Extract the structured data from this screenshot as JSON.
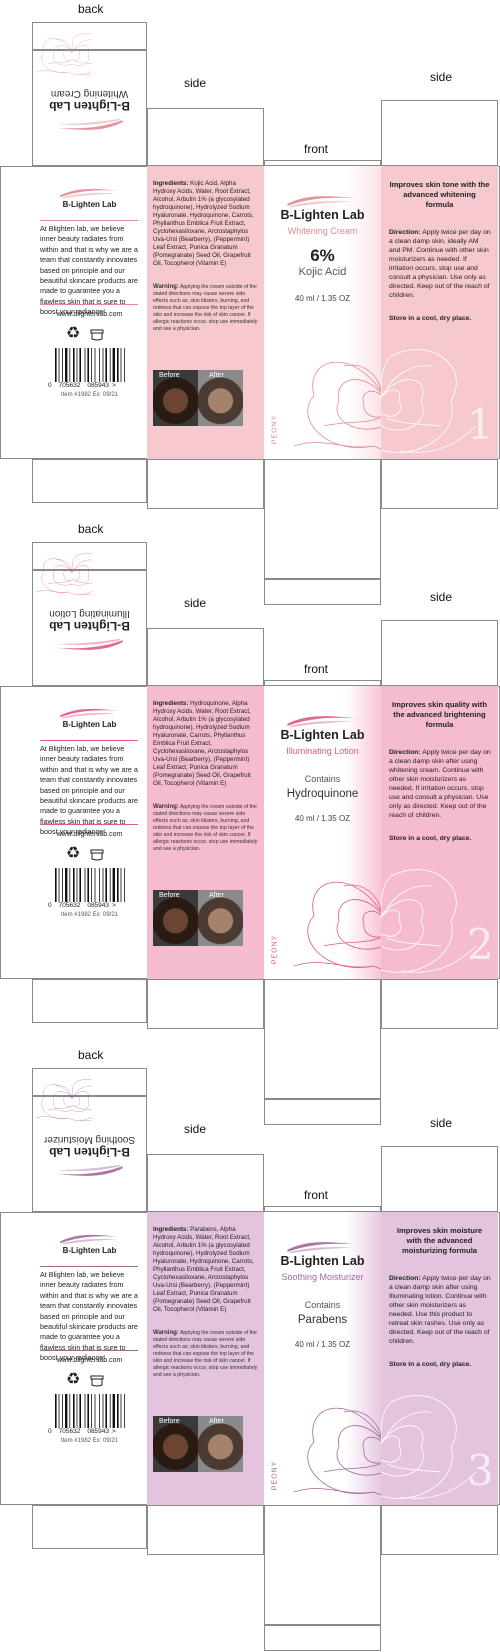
{
  "labels": {
    "back": "back",
    "side": "side",
    "front": "front"
  },
  "brand": "B-Lighten Lab",
  "website": "www.blightenlab.com",
  "about": "At Blighten lab, we believe inner beauty radiates from within and that is why we are a team that constantly innovates based on principle and our beautiful skincare products are made to guarantee you a flawless skin that is sure to boost your radiance!",
  "barcode": {
    "left": "0",
    "mid1": "705632",
    "mid2": "085943",
    "right": ">"
  },
  "item": "Item #1982   Ex: 09/21",
  "before": "Before",
  "after": "After",
  "peony": "PEONY",
  "volume": "40 ml / 1.35 OZ",
  "warning_label": "Warning:",
  "ingredients_label": "Ingredients:",
  "direction_label": "Direction:",
  "store": "Store in a cool, dry place.",
  "boxes": [
    {
      "product": "Whitening Cream",
      "accent": "#e08a93",
      "side_bg": "#f5c9ce",
      "front_tint": "#fbe3e6",
      "percent": "6%",
      "active": "Kojic Acid",
      "contains": "",
      "headline": "Improves skin tone with the advanced whitening formula",
      "ingredients": "Kojic Acid, Alpha Hydroxy Acids, Water, Root Extract, Alcohol, Arbutin 1% (a glycosylated hydroquinone), Hydrolyzed Sodium Hyaluronate, Hydroquinone, Carrots, Phyllanthus Emblica Fruit Extract, Cyclohexasiloxane, Arctostaphylos Uva-Ursi (Bearberry), (Peppermint) Leaf Extract, Punica Granatum (Pomegranate) Seed Oil, Grapefruit Oil, Tocopherol (Vitamin E)",
      "warning": "Applying the cream outside of the stated directions may cause severe side effects such as; skin blisters, burning, and redness that can expose the top layer of the skin and increase the risk of skin cancer. If allergic reactions occur, stop use immediately and see a physician.",
      "direction": "Apply twice per day on a clean damp skin, ideally AM and PM. Continue with other skin moisturizers as needed. If irritation occurs, stop use and consult a physician. Use only as directed. Keep out of the reach of children.",
      "number": "1"
    },
    {
      "product": "Illuminating Lotion",
      "accent": "#e0588c",
      "side_bg": "#f5bcd0",
      "front_tint": "#f8c5d6",
      "percent": "",
      "active": "Hydroquinone",
      "contains": "Contains",
      "headline": "Improves skin quality with the advanced brightening formula",
      "ingredients": "Hydroquinone, Alpha Hydroxy Acids, Water, Root Extract, Alcohol, Arbutin 1% (a glycosylated hydroquinone), Hydrolyzed Sodium Hyaluronate, Carrots, Phyllanthus Emblica Fruit Extract, Cyclohexasiloxane, Arctostaphylos Uva-Ursi (Bearberry), (Peppermint) Leaf Extract, Punica Granatum (Pomegranate) Seed Oil, Grapefruit Oil, Tocopherol (Vitamin E)",
      "warning": "Applying the cream outside of the stated directions may cause severe side effects such as; skin blisters, burning, and redness that can expose the top layer of the skin and increase the risk of skin cancer. If allergic reactions occur, stop use immediately and see a physician.",
      "direction": "Apply twice per day on a clean damp skin after using whitening cream. Continue with other skin moisturizers as needed. If irritation occurs, stop use and consult a physician. Use only as directed. Keep out of the reach of children.",
      "number": "2"
    },
    {
      "product": "Soothing Moisturizer",
      "accent": "#a1679d",
      "side_bg": "#e3c3dd",
      "front_tint": "#e6c9e1",
      "percent": "",
      "active": "Parabens",
      "contains": "Contains",
      "headline": "Improves skin moisture with the advanced moisturizing formula",
      "ingredients": "Parabens, Alpha Hydroxy Acids, Water, Root Extract, Alcohol, Arbutin 1% (a glycosylated hydroquinone), Hydrolyzed Sodium Hyaluronate, Hydroquinone, Carrots, Phyllanthus Emblica Fruit Extract, Cyclohexasiloxane, Arctostaphylos Uva-Ursi (Bearberry), (Peppermint) Leaf Extract, Punica Granatum (Pomegranate) Seed Oil, Grapefruit Oil, Tocopherol (Vitamin E)",
      "warning": "Applying the cream outside of the stated directions may cause severe side effects such as; skin blisters, burning, and redness that can expose the top layer of the skin and increase the risk of skin cancer. If allergic reactions occur, stop use immediately and see a physician.",
      "direction": "Apply twice per day on a clean damp skin after using Illuminating lotion. Continue with other skin moisturizers as needed. Use this product to retreat skin rashes. Use only as directed. Keep out of the reach of children.",
      "number": "3"
    }
  ]
}
